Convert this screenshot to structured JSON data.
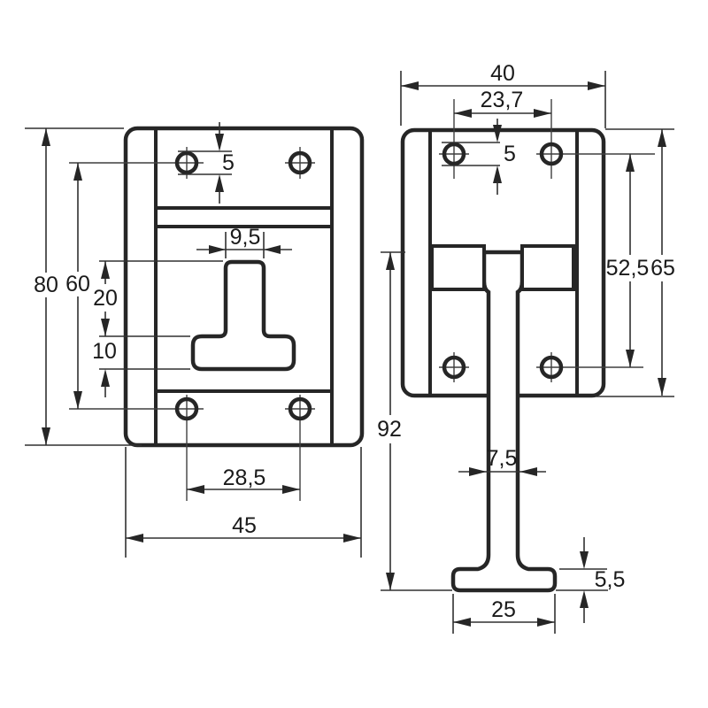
{
  "drawing": {
    "type": "technical-dimension-drawing",
    "subject": "T-style door holder / catch plate, two orthographic views",
    "colors": {
      "line": "#262626",
      "thin_line": "#3f3f3f",
      "background": "#ffffff",
      "text": "#1a1a1a"
    },
    "views": [
      {
        "id": "front",
        "dimensions": {
          "overall_height": "80",
          "hole_spacing_vertical": "60",
          "hole_diameter": "5",
          "slot_width": "9,5",
          "slot_stem_length": "20",
          "slot_base_height": "10",
          "hole_spacing_horizontal": "28,5",
          "overall_width": "45"
        }
      },
      {
        "id": "side",
        "dimensions": {
          "overall_width": "40",
          "hole_spacing": "23,7",
          "hole_diameter": "5",
          "hole_to_bottom": "52,5",
          "plate_height": "65",
          "total_height": "92",
          "stem_width": "7,5",
          "foot_height": "5,5",
          "foot_width": "25"
        }
      }
    ]
  }
}
